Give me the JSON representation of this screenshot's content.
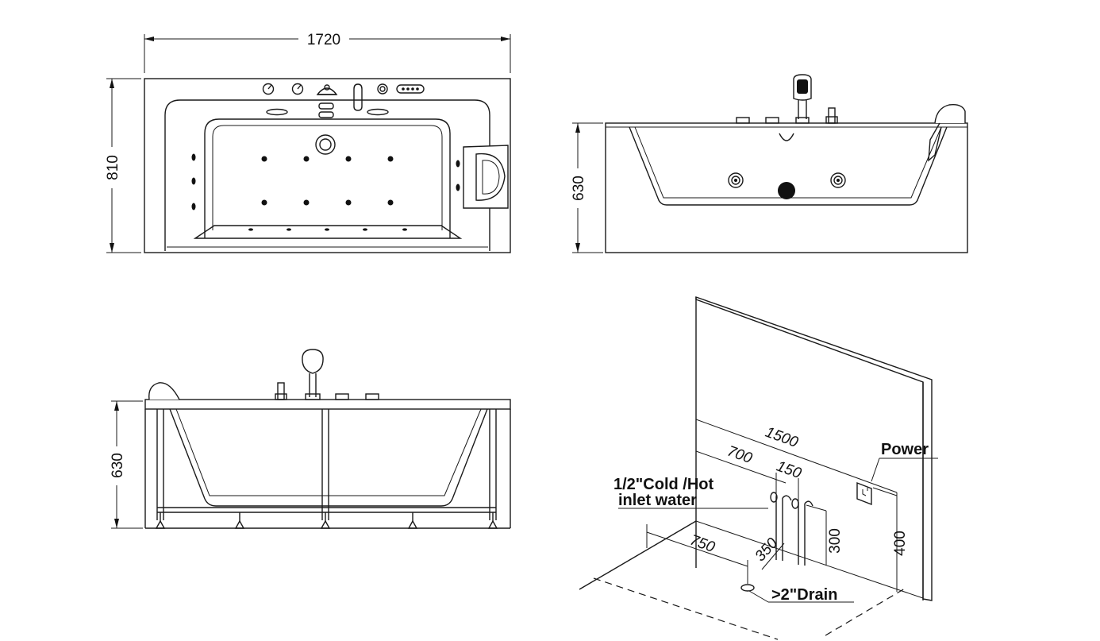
{
  "top_view": {
    "width_dim": "1720",
    "depth_dim": "810"
  },
  "side_view_right": {
    "height_dim": "630"
  },
  "side_view_left": {
    "height_dim": "630"
  },
  "installation": {
    "dim_1500": "1500",
    "dim_700": "700",
    "dim_150": "150",
    "dim_750": "750",
    "dim_350": "350",
    "dim_300": "300",
    "dim_400": "400",
    "power_label": "Power",
    "inlet_label_line1": "1/2\"Cold /Hot",
    "inlet_label_line2": "inlet water",
    "drain_label": ">2\"Drain"
  }
}
